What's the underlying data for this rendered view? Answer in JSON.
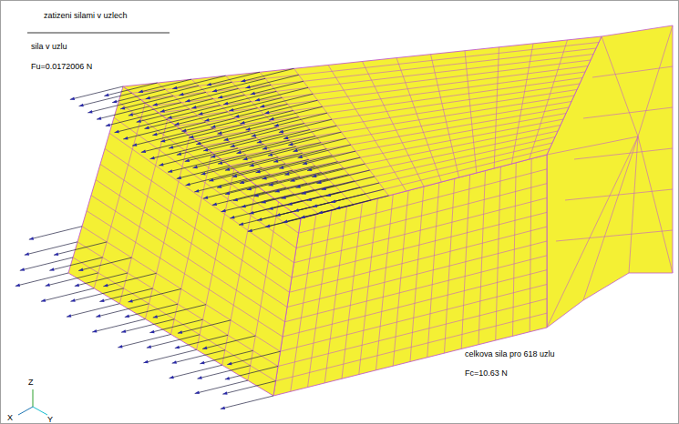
{
  "diagram": {
    "title": "zatizeni silami v uzlech",
    "labels": [
      "sila v uzlu",
      "Fu=0.0172006 N",
      "celkova sila pro 618 uzlu",
      "Fc=10.63 N",
      "Z",
      "X",
      "Y"
    ]
  }
}
